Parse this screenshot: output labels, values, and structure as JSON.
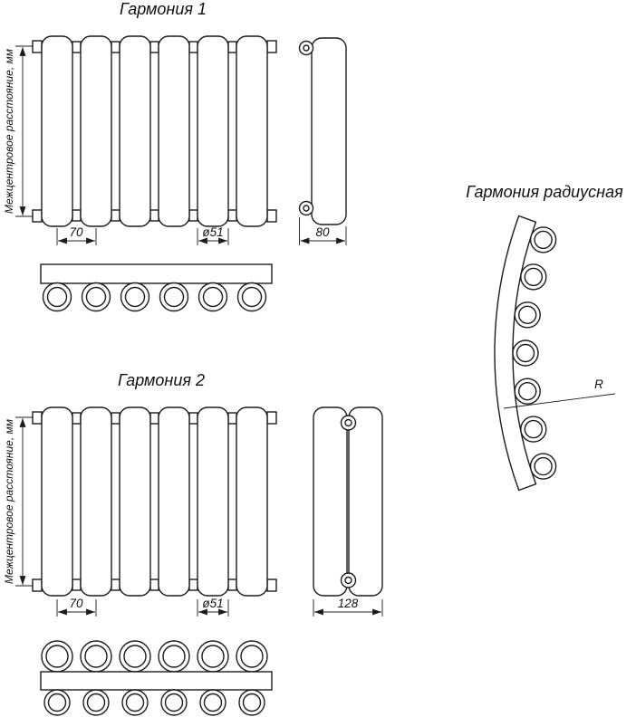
{
  "drawing": {
    "background": "#ffffff",
    "line_color": "#1c1c1c"
  },
  "harmony1": {
    "title": "Гармония 1",
    "axis_label": "Межцентровое расстояние, мм",
    "dim_spacing": "70",
    "dim_diameter": "ø51",
    "dim_depth": "80"
  },
  "harmony2": {
    "title": "Гармония 2",
    "axis_label": "Межцентровое расстояние, мм",
    "dim_spacing": "70",
    "dim_diameter": "ø51",
    "dim_depth": "128"
  },
  "harmony_radial": {
    "title": "Гармония радиусная",
    "dim_radius": "R"
  }
}
